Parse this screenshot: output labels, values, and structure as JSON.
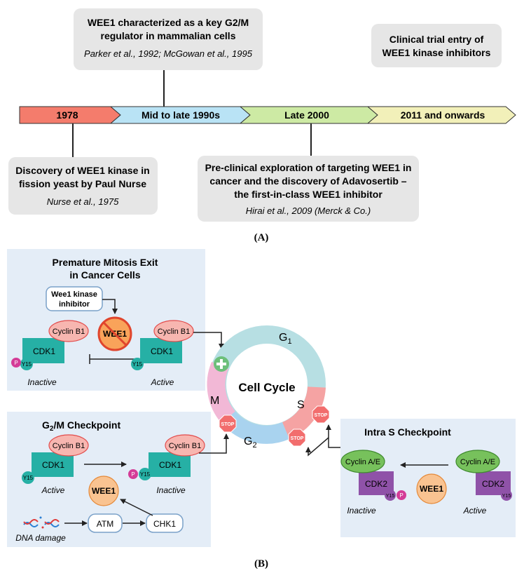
{
  "timeline": {
    "segments": [
      {
        "label": "1978",
        "color": "#f47c6c"
      },
      {
        "label": "Mid to late 1990s",
        "color": "#b9e3f5"
      },
      {
        "label": "Late 2000",
        "color": "#cdeaa4"
      },
      {
        "label": "2011 and onwards",
        "color": "#f2f0b9"
      }
    ],
    "events": [
      {
        "title": [
          "WEE1 characterized as a key G2/M",
          "regulator in mammalian cells"
        ],
        "citation": "Parker et al., 1992; McGowan et al., 1995"
      },
      {
        "title": [
          "Clinical trial entry of",
          "WEE1 kinase inhibitors"
        ],
        "citation": ""
      },
      {
        "title": [
          "Discovery of WEE1 kinase in",
          "fission yeast by Paul Nurse"
        ],
        "citation": "Nurse et al., 1975"
      },
      {
        "title": [
          "Pre-clinical exploration of targeting WEE1 in",
          "cancer and the discovery of Adavosertib –",
          "the first-in-class WEE1 inhibitor"
        ],
        "citation": "Hirai et al., 2009 (Merck & Co.)"
      }
    ],
    "panel_label": "(A)"
  },
  "cell_cycle": {
    "center_label": "Cell Cycle",
    "phases": {
      "g1": "G",
      "g1_sub": "1",
      "s": "S",
      "g2": "G",
      "g2_sub": "2",
      "m": "M"
    },
    "stop": "STOP",
    "colors": {
      "g1": "#b7dfe3",
      "s": "#f5a3a3",
      "g2": "#a9d3ef",
      "m": "#f2b8d6"
    }
  },
  "premature": {
    "title": [
      "Premature Mitosis Exit",
      "in Cancer Cells"
    ],
    "inhibitor": [
      "Wee1 kinase",
      "inhibitor"
    ],
    "wee1": "WEE1",
    "cyclin": "Cyclin B1",
    "cdk": "CDK1",
    "y15": "Y15",
    "p": "P",
    "inactive": "Inactive",
    "active": "Active"
  },
  "g2m": {
    "title": "G",
    "title_sub": "2",
    "title_rest": "/M Checkpoint",
    "cyclin": "Cyclin B1",
    "cdk": "CDK1",
    "y15": "Y15",
    "p": "P",
    "wee1": "WEE1",
    "active": "Active",
    "inactive": "Inactive",
    "atm": "ATM",
    "chk1": "CHK1",
    "dna_damage": "DNA damage"
  },
  "intra_s": {
    "title": "Intra S Checkpoint",
    "cyclin": "Cyclin A/E",
    "cdk": "CDK2",
    "y15": "Y15",
    "p": "P",
    "wee1": "WEE1",
    "inactive": "Inactive",
    "active": "Active"
  },
  "panel_b_label": "(B)"
}
